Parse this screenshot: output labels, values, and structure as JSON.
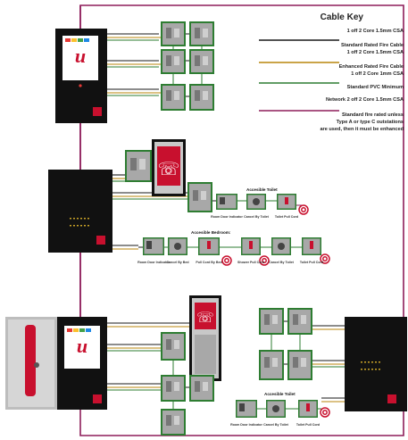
{
  "cable_key": {
    "title": "Cable Key",
    "entries": [
      {
        "lines": [
          "1 off 2 Core 1.5mm CSA",
          "Standard Rated Fire Cable"
        ],
        "color": "#1a1a1a"
      },
      {
        "lines": [
          "1 off 2 Core 1.5mm CSA",
          "Enhanced Rated Fire Cable"
        ],
        "color": "#b8860b"
      },
      {
        "lines": [
          "1 off 2 Core 1mm CSA",
          "Standard PVC Minimum"
        ],
        "color": "#2e7d32"
      },
      {
        "lines": [
          "Network 2 off 2 Core 1.5mm CSA",
          "Standard fire rated unless",
          "Type A or type C outstations",
          "are used, then it must be enhanced"
        ],
        "color": "#8e1d5a"
      }
    ]
  },
  "colors": {
    "network": "#8e1d5a",
    "standard": "#1a1a1a",
    "enhanced": "#b8860b",
    "pvc": "#2e7d32",
    "device_grey": "#a8a8a8",
    "device_green": "#5aa04a",
    "brand_red": "#c8102e"
  },
  "groups": {
    "toilet_top": {
      "title": "Accesible Toilet",
      "items": [
        "Room Door Indicator",
        "Cancel By Toilet",
        "Toilet Pull Cord"
      ]
    },
    "bedroom": {
      "title": "Accesible Bedroom",
      "items": [
        "Room Door Indicator",
        "Cancel By Bed",
        "Pull Cord By Bed",
        "Shower Pull Cord",
        "Cancel By Toilet",
        "Toilet Pull Cord"
      ]
    },
    "toilet_bottom": {
      "title": "Accesible Toilet",
      "items": [
        "Room Door Indicator",
        "Cancel By Toilet",
        "Toilet Pull Cord"
      ]
    }
  },
  "icons": {
    "panel_logo": "u-logo-icon",
    "refuge_call": "phone-icon",
    "handset": "handset-icon",
    "call_point": "intercom-icon"
  }
}
